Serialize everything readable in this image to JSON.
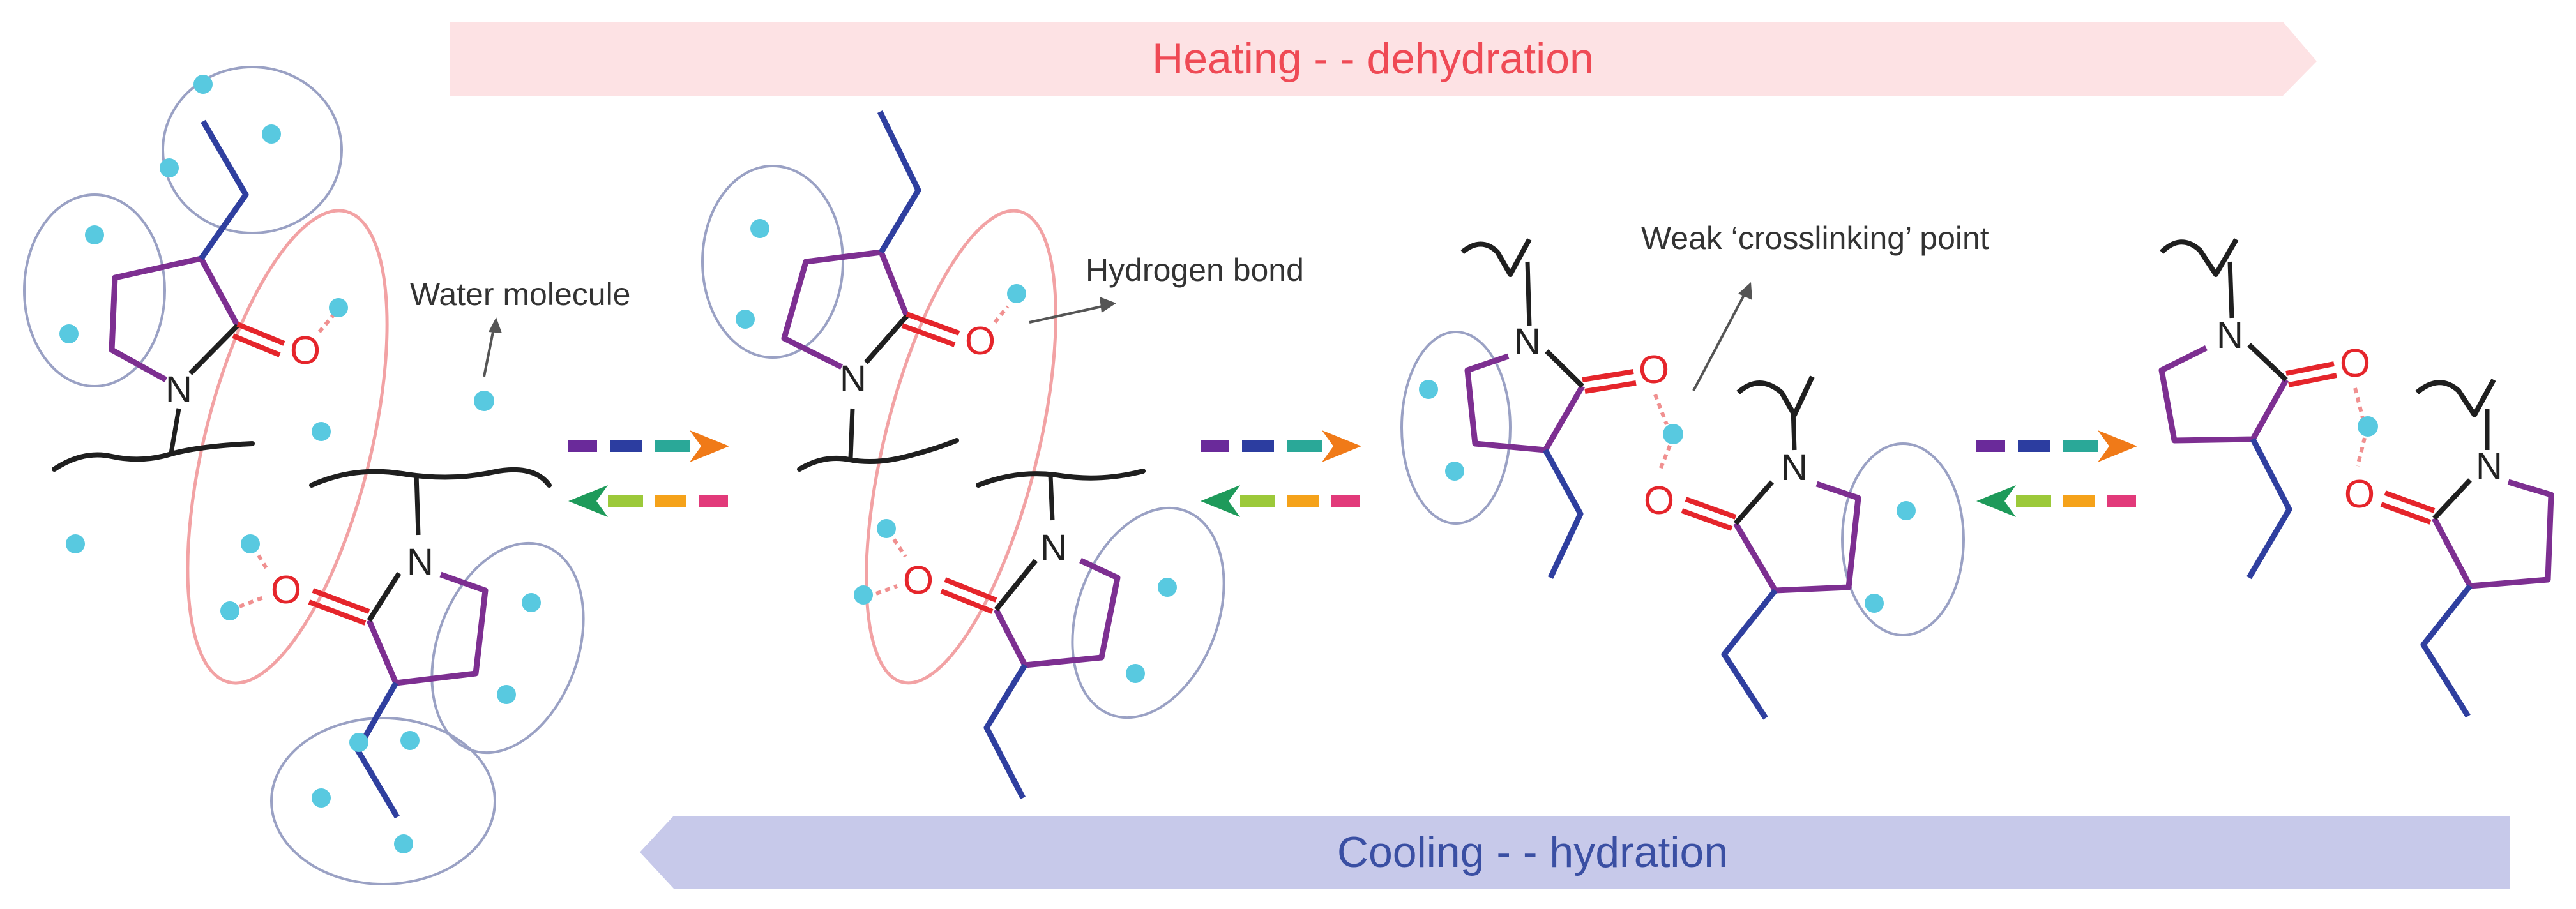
{
  "banners": {
    "heating": "Heating - - dehydration",
    "cooling": "Cooling - - hydration"
  },
  "labels": {
    "water": "Water molecule",
    "hbond": "Hydrogen bond",
    "crosslink": "Weak ‘crosslinking’ point"
  },
  "atoms": {
    "nitrogen": "N",
    "oxygen": "O"
  },
  "colors": {
    "heating_banner": "#fde2e4",
    "heating_text": "#ef4a55",
    "cooling_banner": "#c7c9ea",
    "cooling_text": "#3a4fa3",
    "backbone": "#1f1f1f",
    "ring_purple": "#7d2f91",
    "ethyl_blue": "#2f3f9f",
    "carbonyl_red": "#e5252b",
    "water_cyan": "#58c9e0",
    "hydration_shell": "#9aa1c4",
    "hbond_shell": "#f2a2a4"
  },
  "icons": [
    "forward-gradient-arrow-icon",
    "backward-gradient-arrow-icon",
    "water-molecule-icon"
  ]
}
